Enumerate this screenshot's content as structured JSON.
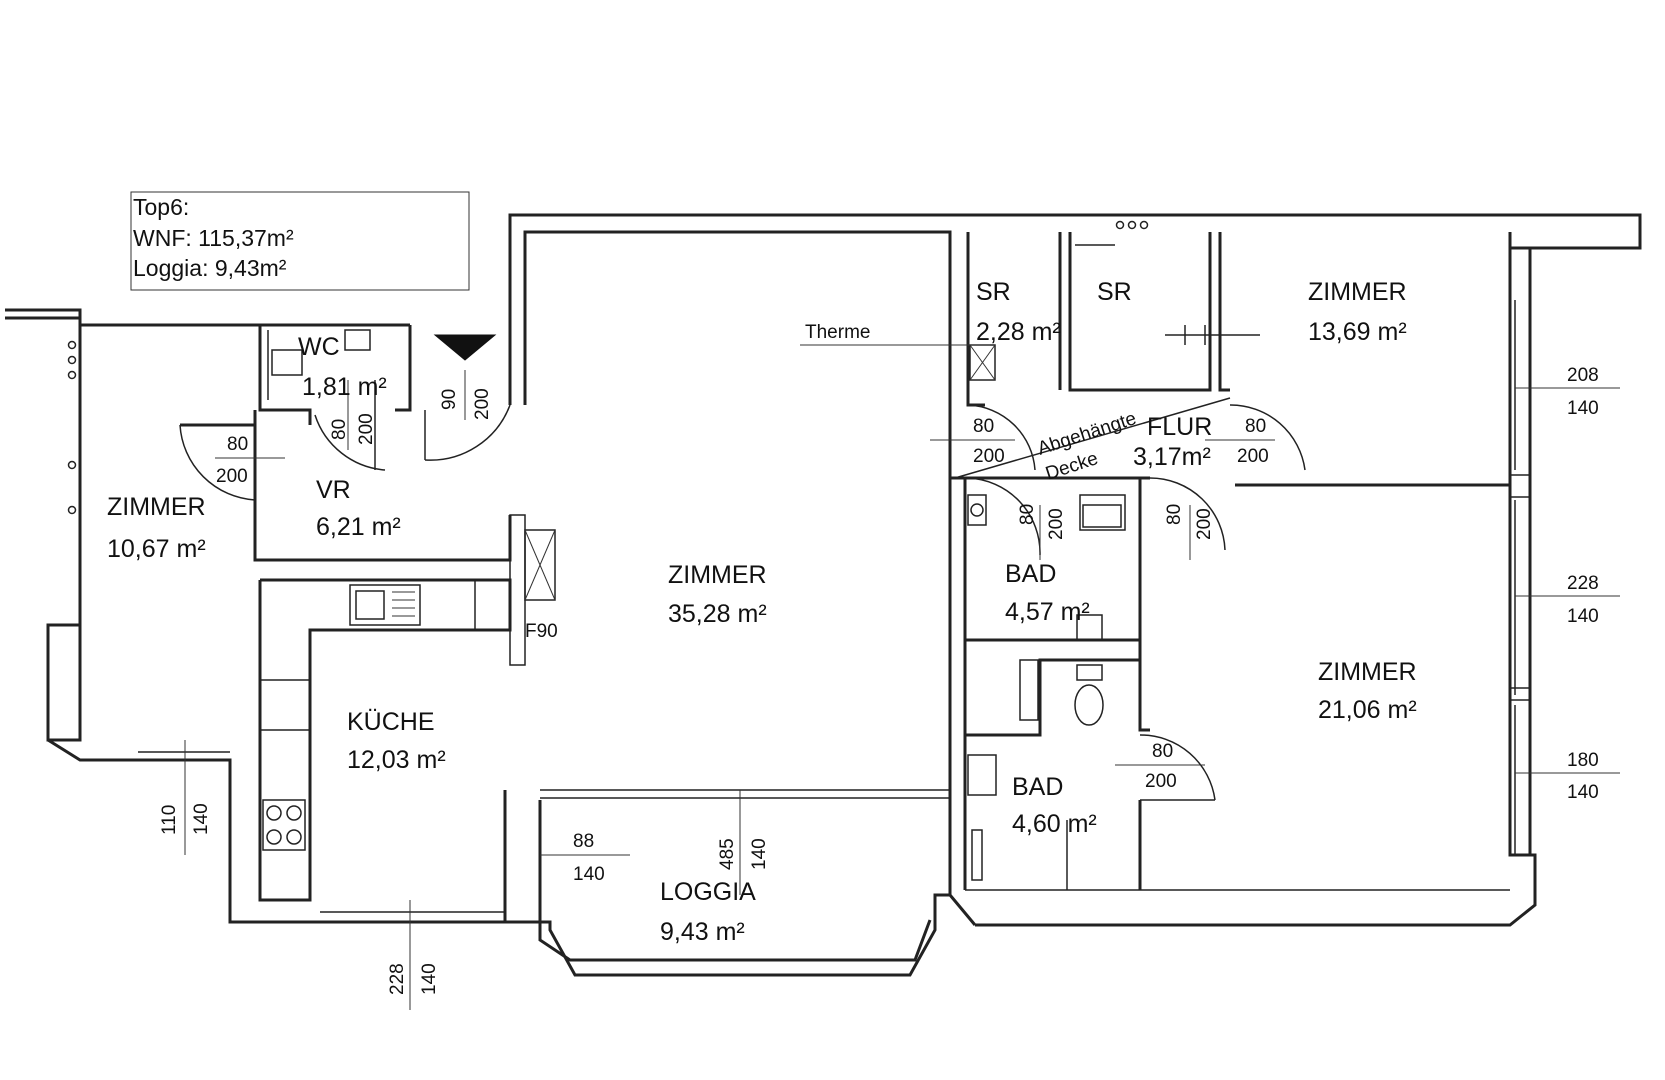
{
  "info": {
    "line1": "Top6:",
    "line2": "WNF: 115,37m²",
    "line3": "Loggia: 9,43m²"
  },
  "rooms": {
    "wc": {
      "name": "WC",
      "area": "1,81 m²"
    },
    "sr1": {
      "name": "SR",
      "area": "2,28 m²"
    },
    "sr2": {
      "name": "SR"
    },
    "zimmer_ne": {
      "name": "ZIMMER",
      "area": "13,69 m²"
    },
    "zimmer_w": {
      "name": "ZIMMER",
      "area": "10,67 m²"
    },
    "vr": {
      "name": "VR",
      "area": "6,21 m²"
    },
    "zimmer_main": {
      "name": "ZIMMER",
      "area": "35,28 m²"
    },
    "flur": {
      "name": "FLUR",
      "area": "3,17m²"
    },
    "bad1": {
      "name": "BAD",
      "area": "4,57 m²"
    },
    "zimmer_se": {
      "name": "ZIMMER",
      "area": "21,06 m²"
    },
    "kueche": {
      "name": "KÜCHE",
      "area": "12,03 m²"
    },
    "bad2": {
      "name": "BAD",
      "area": "4,60 m²"
    },
    "loggia": {
      "name": "LOGGIA",
      "area": "9,43 m²"
    }
  },
  "labels": {
    "therme": "Therme",
    "ceiling_1": "Abgehängte",
    "ceiling_2": "Decke",
    "f90": "F90"
  },
  "dims": {
    "entrance_w": "90",
    "entrance_h": "200",
    "wc_door_w": "80",
    "wc_door_h": "200",
    "vr_door_w": "80",
    "vr_door_h": "200",
    "sr_door_w": "80",
    "sr_door_h": "200",
    "flur_door_w": "80",
    "flur_door_h": "200",
    "bad1_door_w": "80",
    "bad1_door_h": "200",
    "zimmer_se_door_w": "80",
    "zimmer_se_door_h": "200",
    "bad2_door_w": "80",
    "bad2_door_h": "200",
    "win_ne_w": "208",
    "win_ne_h": "140",
    "win_e1_w": "228",
    "win_e1_h": "140",
    "win_e2_w": "180",
    "win_e2_h": "140",
    "win_w_w": "110",
    "win_w_h": "140",
    "win_k_w": "228",
    "win_k_h": "140",
    "loggia_win_w": "88",
    "loggia_win_h": "140",
    "loggia_door_w": "485",
    "loggia_door_h": "140"
  }
}
